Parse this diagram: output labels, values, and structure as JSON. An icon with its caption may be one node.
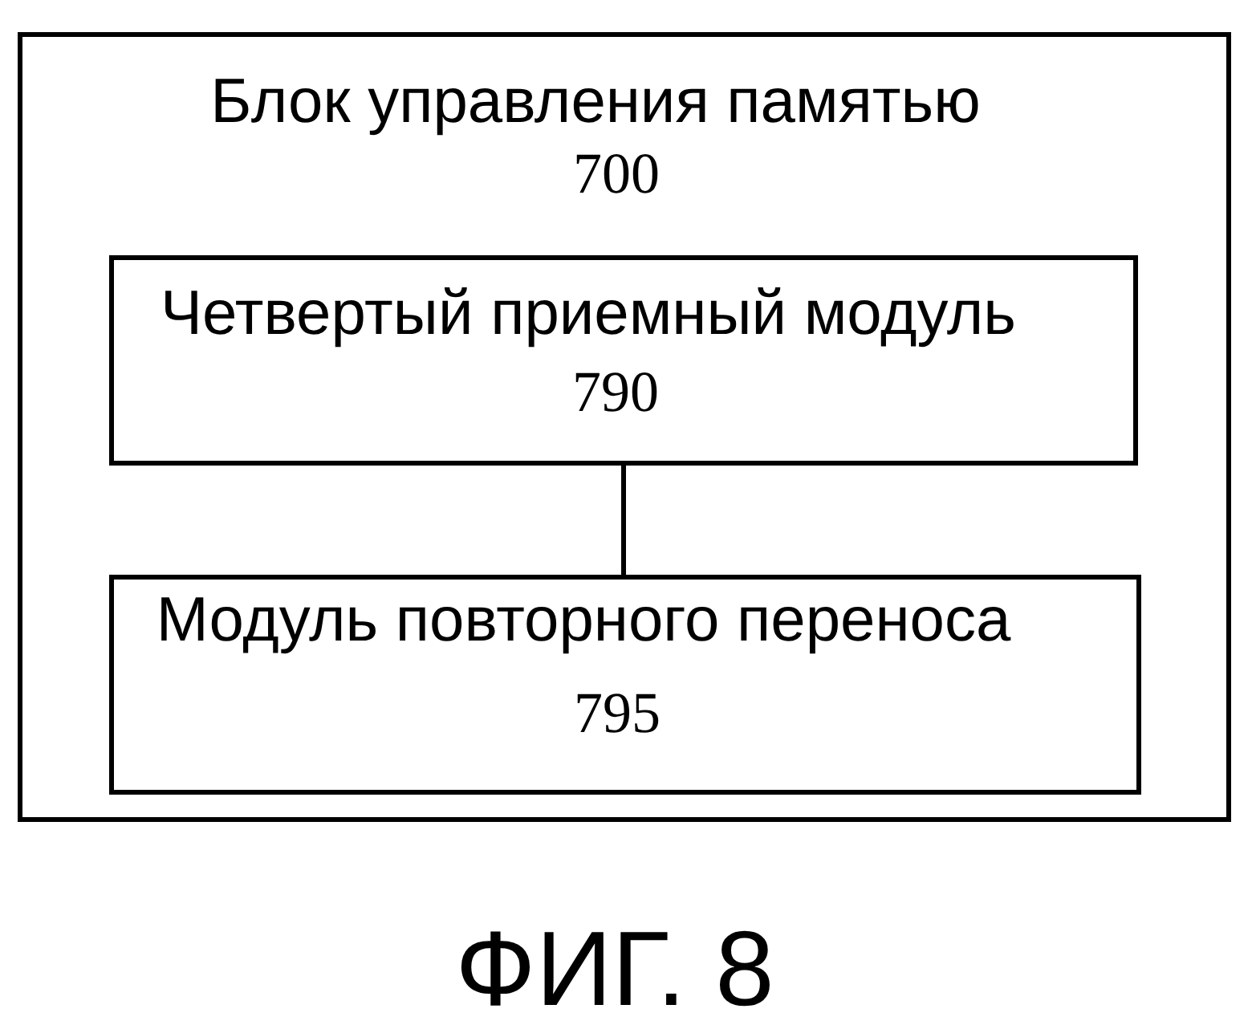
{
  "diagram": {
    "caption": "ФИГ. 8",
    "nodes": [
      {
        "text": [
          "Блок управления памятью",
          "700"
        ]
      },
      {
        "text": [
          "Четвертый приемный модуль",
          "790"
        ],
        "in": 0
      },
      {
        "text": [
          "Модуль повторного переноса",
          "795"
        ],
        "in": 0
      }
    ],
    "edges": [
      {
        "from": 1,
        "to": 2,
        "arrow": "none"
      }
    ]
  }
}
